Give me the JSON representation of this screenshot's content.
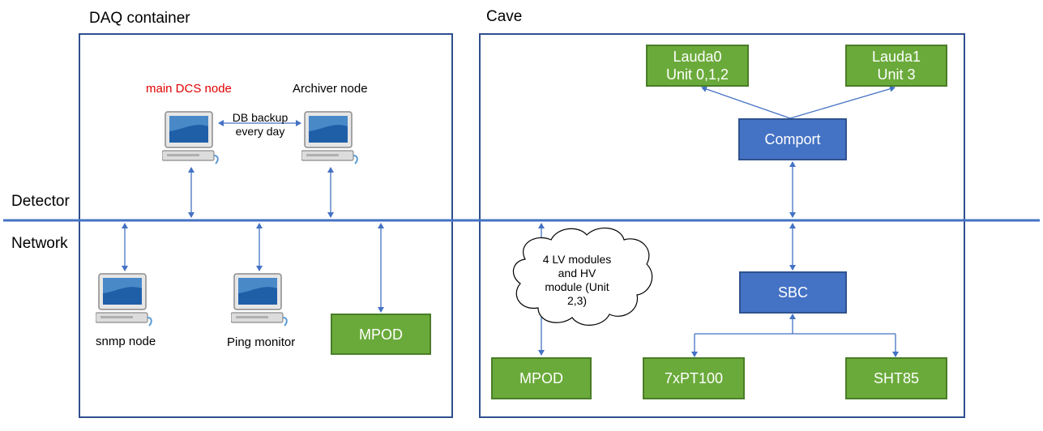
{
  "sections": {
    "daq_title": "DAQ container",
    "cave_title": "Cave"
  },
  "side_labels": {
    "detector": "Detector",
    "network": "Network"
  },
  "daq": {
    "main_dcs_label": "main DCS node",
    "archiver_label": "Archiver node",
    "db_backup_line1": "DB backup",
    "db_backup_line2": "every day",
    "snmp_label": "snmp node",
    "ping_label": "Ping monitor",
    "mpod_label": "MPOD"
  },
  "cave": {
    "lauda0_line1": "Lauda0",
    "lauda0_line2": "Unit 0,1,2",
    "lauda1_line1": "Lauda1",
    "lauda1_line2": "Unit 3",
    "comport_label": "Comport",
    "sbc_label": "SBC",
    "cloud_line1": "4 LV modules",
    "cloud_line2": "and HV",
    "cloud_line3": "module (Unit",
    "cloud_line4": "2,3)",
    "mpod_label": "MPOD",
    "pt100_label": "7xPT100",
    "sht85_label": "SHT85"
  },
  "colors": {
    "network_line": "#4472c4",
    "container_border": "#2f4f8f",
    "green_box": "#6aaa3a",
    "blue_box": "#4472c4",
    "main_dcs_text": "#e00000",
    "arrow": "#4472c4"
  }
}
